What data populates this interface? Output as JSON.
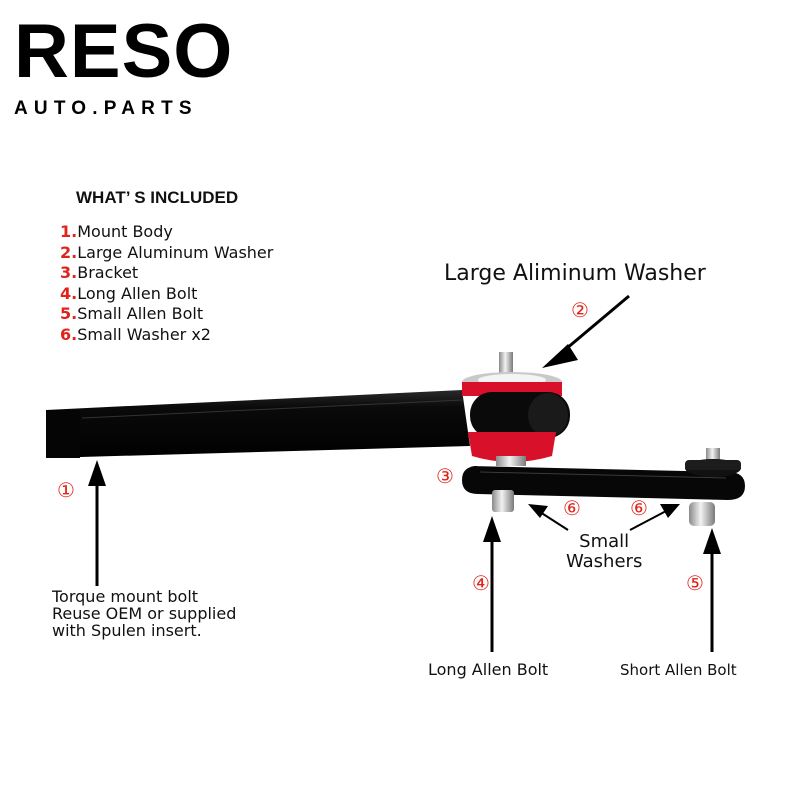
{
  "brand": {
    "logo_text": "RESO",
    "logo_sub": "AUTO.PARTS"
  },
  "included": {
    "title": "WHAT’ S INCLUDED",
    "items": [
      {
        "num": "1.",
        "text": "Mount Body"
      },
      {
        "num": "2.",
        "text": "Large Aluminum Washer"
      },
      {
        "num": "3.",
        "text": "Bracket"
      },
      {
        "num": "4.",
        "text": "Long Allen Bolt"
      },
      {
        "num": "5.",
        "text": "Small Allen Bolt"
      },
      {
        "num": "6.",
        "text": "Small Washer x2"
      }
    ]
  },
  "callouts": {
    "large_washer": "Large Aliminum Washer",
    "torque_line1": "Torque mount bolt",
    "torque_line2": "Reuse OEM or supplied",
    "torque_line3": "with Spulen insert.",
    "small_washers_line1": "Small",
    "small_washers_line2": "Washers",
    "long_bolt": "Long Allen Bolt",
    "short_bolt": "Short Allen Bolt"
  },
  "markers": [
    "①",
    "②",
    "③",
    "④",
    "⑤",
    "⑥",
    "⑥"
  ],
  "colors": {
    "accent_red": "#e0241b",
    "part_black": "#0b0b0b",
    "insert_red": "#d8102a"
  }
}
